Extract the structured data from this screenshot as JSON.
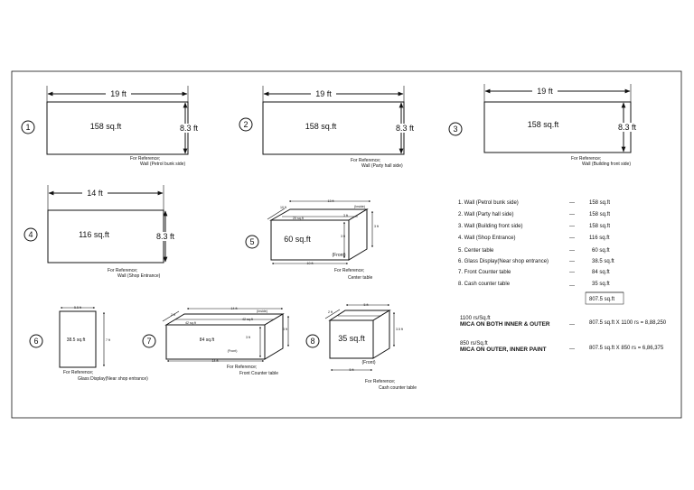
{
  "walls": [
    {
      "number": "1",
      "width": "19 ft",
      "height": "8.3 ft",
      "area": "158  sq.ft",
      "ref_line1": "For Reference;",
      "ref_line2": "Wall (Petrol bunk side)"
    },
    {
      "number": "2",
      "width": "19 ft",
      "height": "8.3 ft",
      "area": "158  sq.ft",
      "ref_line1": "For Reference;",
      "ref_line2": "Wall (Party hall side)"
    },
    {
      "number": "3",
      "width": "19 ft",
      "height": "8.3 ft",
      "area": "158  sq.ft",
      "ref_line1": "For Reference;",
      "ref_line2": "Wall (Building front side)"
    },
    {
      "number": "4",
      "width": "14 ft",
      "height": "8.3 ft",
      "area": "116  sq.ft",
      "ref_line1": "For Reference;",
      "ref_line2": "Wall (Shop Entrance)"
    }
  ],
  "center_table": {
    "number": "5",
    "area": "60  sq.ft",
    "top_length": "13 ft",
    "inside": "(Inside)",
    "top_inner": "20 sq.ft",
    "side_depth": "3 ft",
    "width_label": "10 ft",
    "height_label": "3 ft",
    "front": "(Front)",
    "bottom_length": "10 ft",
    "ref_line1": "For Reference;",
    "ref_line2": "Center table"
  },
  "glass_display": {
    "number": "6",
    "area": "38.5  sq.ft",
    "width_label": "5.5 ft",
    "height_label": "7 ft",
    "ref_line1": "For Reference;",
    "ref_line2": "Glass Display(Near shop entrance)"
  },
  "front_counter": {
    "number": "7",
    "area": "84  sq.ft",
    "top_length": "14 ft",
    "inside": "(Inside)",
    "depth": "2 ft",
    "top_left": "42  sq.ft",
    "top_right": "42  sq.ft",
    "height_label": "3 ft",
    "right_height": "3 ft",
    "front": "(Front)",
    "bottom_length": "14 ft",
    "ref_line1": "For Reference;",
    "ref_line2": "Front Counter table"
  },
  "cash_counter": {
    "number": "8",
    "area": "35 sq.ft",
    "top_length": "5 ft",
    "inside": "(Inside)",
    "depth": "2 ft",
    "height_label": "3.5 ft",
    "front": "(Front)",
    "bottom_length": "5 ft",
    "ref_line1": "For Reference;",
    "ref_line2": "Cash counter table"
  },
  "summary": {
    "rows": [
      {
        "label": "1. Wall (Petrol bunk side)",
        "dash": "—",
        "value": "158  sq.ft"
      },
      {
        "label": "2. Wall (Party hall side)",
        "dash": "—",
        "value": "158  sq.ft"
      },
      {
        "label": "3. Wall (Building front side)",
        "dash": "—",
        "value": "158  sq.ft"
      },
      {
        "label": "4. Wall (Shop Entrance)",
        "dash": "—",
        "value": "116  sq.ft"
      },
      {
        "label": "5. Center table",
        "dash": "—",
        "value": "60  sq.ft"
      },
      {
        "label": "6. Glass Display(Near shop entrance)",
        "dash": "—",
        "value": "38.5  sq.ft"
      },
      {
        "label": "7. Front Counter table",
        "dash": "—",
        "value": "84  sq.ft"
      },
      {
        "label": "8. Cash counter table",
        "dash": "—",
        "value": "35 sq.ft"
      }
    ],
    "total": "807.5 sq.ft",
    "rate1_top": "1100 rs/Sq.ft",
    "rate1_label": "MICA ON BOTH INNER & OUTER",
    "rate1_dash": "—",
    "rate1_calc": "807.5 sq.ft X 1100 rs  = 8,88,250",
    "rate2_top": "850 rs/Sq.ft",
    "rate2_label": "MICA ON OUTER, INNER PAINT",
    "rate2_dash": "—",
    "rate2_calc": "807.5 sq.ft X 850 rs  = 6,86,375"
  }
}
